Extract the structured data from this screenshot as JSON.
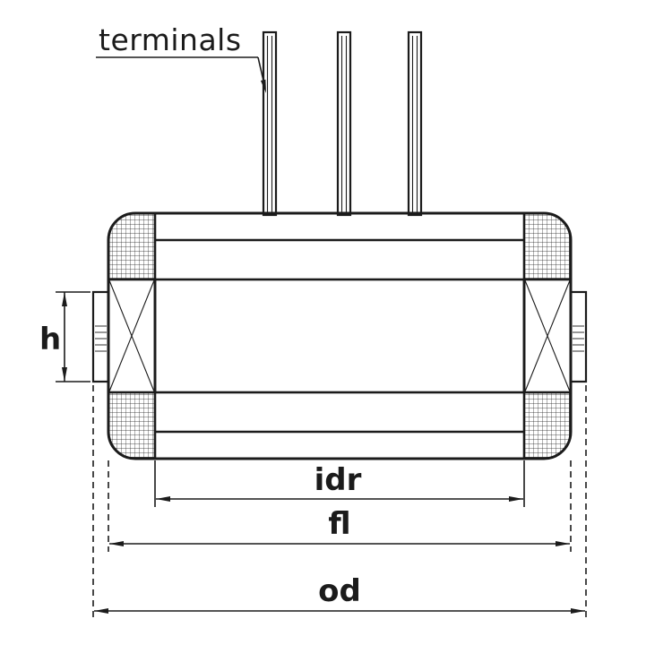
{
  "diagram": {
    "labels": {
      "terminals": "terminals",
      "h": "h",
      "idr": "idr",
      "fl": "fl",
      "od": "od"
    },
    "colors": {
      "line": "#1b1b1b",
      "background": "#ffffff"
    }
  }
}
